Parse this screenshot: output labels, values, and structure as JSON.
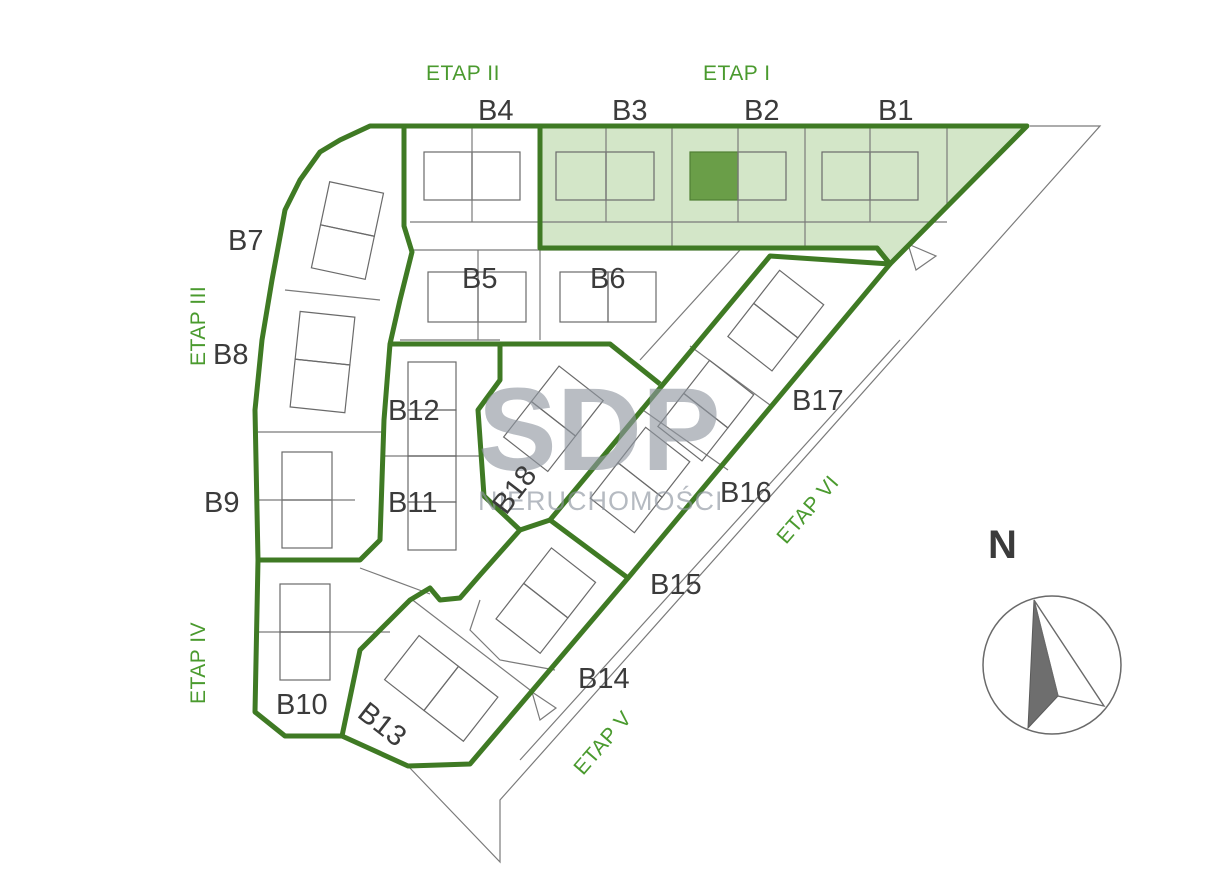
{
  "etap_labels": {
    "etap1": "ETAP I",
    "etap2": "ETAP II",
    "etap3": "ETAP III",
    "etap4": "ETAP IV",
    "etap5": "ETAP V",
    "etap6": "ETAP VI"
  },
  "building_labels": {
    "b1": "B1",
    "b2": "B2",
    "b3": "B3",
    "b4": "B4",
    "b5": "B5",
    "b6": "B6",
    "b7": "B7",
    "b8": "B8",
    "b9": "B9",
    "b10": "B10",
    "b11": "B11",
    "b12": "B12",
    "b13": "B13",
    "b14": "B14",
    "b15": "B15",
    "b16": "B16",
    "b17": "B17",
    "b18": "B18"
  },
  "watermark": {
    "logo": "SDP",
    "subtitle": "NIERUCHOMOŚCI"
  },
  "compass": {
    "label": "N"
  },
  "colors": {
    "etap_border": "#3f7a24",
    "highlight_fill": "#d3e6c8",
    "selected_unit": "#6a9e48",
    "etap_text": "#4a9a2e"
  },
  "selection": {
    "building": "B2",
    "etap": "ETAP I"
  }
}
